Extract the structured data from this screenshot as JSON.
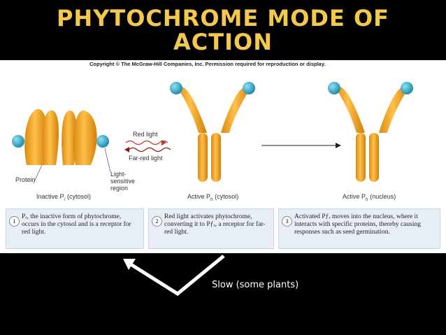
{
  "title": {
    "line1": "PHYTOCHROME MODE OF",
    "line2": "ACTION"
  },
  "copyright": "Copyright © The McGraw-Hill Companies, Inc. Permission required for reproduction or display.",
  "labels": {
    "red_light": "Red light",
    "far_red_light": "Far-red light",
    "protein": "Protein",
    "light_sensitive_region": "Light-\nsensitive\nregion",
    "inactive": "Inactive P",
    "inactive_sub": "r",
    "inactive_loc": "(cytosol)",
    "active_cytosol": "Active P",
    "active_cytosol_sub": "fr",
    "active_cytosol_loc": "(cytosol)",
    "active_nucleus": "Active P",
    "active_nucleus_sub": "fr",
    "active_nucleus_loc": "(nucleus)"
  },
  "captions": [
    {
      "num": "1",
      "text": "Pᵣ, the inactive form of phytochrome, occurs in the cytosol and is a receptor for red light."
    },
    {
      "num": "2",
      "text": "Red light activates phytochrome, converting it to Pƒᵣ, a receptor for far-red light."
    },
    {
      "num": "3",
      "text": "Activated Pƒᵣ moves into the nucleus, where it interacts with specific proteins, thereby causing responses such as seed germination."
    }
  ],
  "annotation": "Slow (some plants)",
  "colors": {
    "title": "#f2c94c",
    "protein": "#f0a020",
    "chromophore": "#2aa3c4",
    "caption_bg": "#e8eef6"
  }
}
